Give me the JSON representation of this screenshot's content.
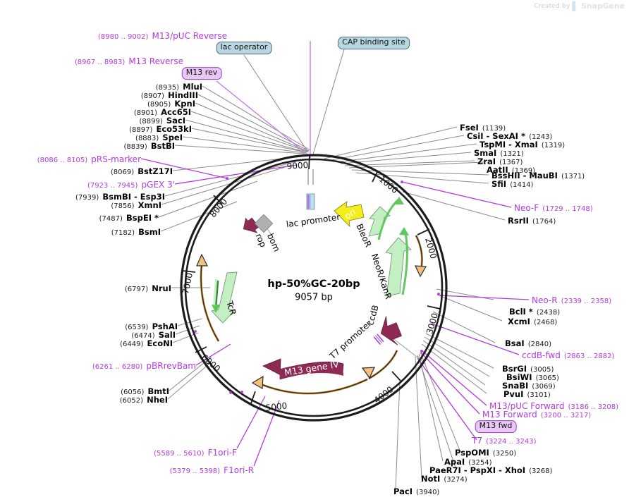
{
  "watermark": {
    "prefix": "Created by",
    "brand": "SnapGene"
  },
  "plasmid": {
    "name": "hp-50%GC-20bp",
    "size": "9057 bp",
    "ticks": [
      "1000",
      "2000",
      "3000",
      "4000",
      "5000",
      "6000",
      "7000",
      "8000",
      "9000"
    ],
    "features": [
      {
        "name": "ori"
      },
      {
        "name": "BleoR"
      },
      {
        "name": "NeoR/KanR"
      },
      {
        "name": "TcR"
      },
      {
        "name": "rop"
      },
      {
        "name": "bom"
      },
      {
        "name": "lac promoter"
      },
      {
        "name": "ccdB"
      },
      {
        "name": "T7 promoter"
      },
      {
        "name": "M13 gene IV"
      }
    ]
  },
  "pills": [
    {
      "id": "lac-operator",
      "label": "lac operator",
      "style": "teal"
    },
    {
      "id": "cap-binding-site",
      "label": "CAP binding site",
      "style": "teal"
    },
    {
      "id": "m13-rev",
      "label": "M13 rev",
      "style": "violet"
    },
    {
      "id": "m13-fwd",
      "label": "M13 fwd",
      "style": "violet"
    }
  ],
  "labels_top_left": [
    {
      "pos": "(8980 .. 9002)",
      "name": "M13/pUC Reverse",
      "kind": "primer"
    },
    {
      "pos": "(8967 .. 8983)",
      "name": "M13 Reverse",
      "kind": "primer"
    }
  ],
  "labels_left": [
    {
      "pos": "(8935)",
      "name": "MluI",
      "kind": "enzyme"
    },
    {
      "pos": "(8907)",
      "name": "HindIII",
      "kind": "enzyme"
    },
    {
      "pos": "(8905)",
      "name": "KpnI",
      "kind": "enzyme"
    },
    {
      "pos": "(8901)",
      "name": "Acc65I",
      "kind": "enzyme"
    },
    {
      "pos": "(8899)",
      "name": "SacI",
      "kind": "enzyme"
    },
    {
      "pos": "(8897)",
      "name": "Eco53kI",
      "kind": "enzyme"
    },
    {
      "pos": "(8883)",
      "name": "SpeI",
      "kind": "enzyme"
    },
    {
      "pos": "(8839)",
      "name": "BstBI",
      "kind": "enzyme"
    },
    {
      "pos": "(8086 .. 8105)",
      "name": "pRS-marker",
      "kind": "primer"
    },
    {
      "pos": "(8069)",
      "name": "BstZ17I",
      "kind": "enzyme"
    },
    {
      "pos": "(7923 .. 7945)",
      "name": "pGEX 3'",
      "kind": "primer"
    },
    {
      "pos": "(7939)",
      "name": "BsmBI  -  Esp3I",
      "kind": "enzyme"
    },
    {
      "pos": "(7856)",
      "name": "XmnI",
      "kind": "enzyme"
    },
    {
      "pos": "(7487)",
      "name": "BspEI *",
      "kind": "enzyme"
    },
    {
      "pos": "(7182)",
      "name": "BsmI",
      "kind": "enzyme"
    },
    {
      "pos": "(6797)",
      "name": "NruI",
      "kind": "enzyme"
    },
    {
      "pos": "(6539)",
      "name": "PshAI",
      "kind": "enzyme"
    },
    {
      "pos": "(6474)",
      "name": "SalI",
      "kind": "enzyme"
    },
    {
      "pos": "(6449)",
      "name": "EcoNI",
      "kind": "enzyme"
    },
    {
      "pos": "(6261 .. 6280)",
      "name": "pBRrevBam",
      "kind": "primer"
    },
    {
      "pos": "(6056)",
      "name": "BmtI",
      "kind": "enzyme"
    },
    {
      "pos": "(6052)",
      "name": "NheI",
      "kind": "enzyme"
    },
    {
      "pos": "(5589 .. 5610)",
      "name": "F1ori-F",
      "kind": "primer"
    },
    {
      "pos": "(5379 .. 5398)",
      "name": "F1ori-R",
      "kind": "primer"
    }
  ],
  "labels_right": [
    {
      "name": "FseI",
      "pos": "(1139)",
      "kind": "enzyme"
    },
    {
      "name": "CsiI  -  SexAI *",
      "pos": "(1243)",
      "kind": "enzyme"
    },
    {
      "name": "TspMI  -  XmaI",
      "pos": "(1319)",
      "kind": "enzyme"
    },
    {
      "name": "SmaI",
      "pos": "(1321)",
      "kind": "enzyme"
    },
    {
      "name": "ZraI",
      "pos": "(1367)",
      "kind": "enzyme"
    },
    {
      "name": "AatII",
      "pos": "(1369)",
      "kind": "enzyme"
    },
    {
      "name": "BssHII  -  MauBI",
      "pos": "(1371)",
      "kind": "enzyme"
    },
    {
      "name": "SfiI",
      "pos": "(1414)",
      "kind": "enzyme"
    },
    {
      "name": "Neo-F",
      "pos": "(1729 .. 1748)",
      "kind": "primer"
    },
    {
      "name": "RsrII",
      "pos": "(1764)",
      "kind": "enzyme"
    },
    {
      "name": "Neo-R",
      "pos": "(2339 .. 2358)",
      "kind": "primer"
    },
    {
      "name": "BclI *",
      "pos": "(2438)",
      "kind": "enzyme"
    },
    {
      "name": "XcmI",
      "pos": "(2468)",
      "kind": "enzyme"
    },
    {
      "name": "BsaI",
      "pos": "(2840)",
      "kind": "enzyme"
    },
    {
      "name": "ccdB-fwd",
      "pos": "(2863 .. 2882)",
      "kind": "primer"
    },
    {
      "name": "BsrGI",
      "pos": "(3005)",
      "kind": "enzyme"
    },
    {
      "name": "BsiWI",
      "pos": "(3065)",
      "kind": "enzyme"
    },
    {
      "name": "SnaBI",
      "pos": "(3069)",
      "kind": "enzyme"
    },
    {
      "name": "PvuI",
      "pos": "(3101)",
      "kind": "enzyme"
    },
    {
      "name": "M13/pUC Forward",
      "pos": "(3186 .. 3208)",
      "kind": "primer"
    },
    {
      "name": "M13 Forward",
      "pos": "(3200 .. 3217)",
      "kind": "primer"
    },
    {
      "name": "T7",
      "pos": "(3224 .. 3243)",
      "kind": "primer"
    },
    {
      "name": "PspOMI",
      "pos": "(3250)",
      "kind": "enzyme"
    },
    {
      "name": "ApaI",
      "pos": "(3254)",
      "kind": "enzyme"
    },
    {
      "name": "PaeR7I  -  PspXI  -  XhoI",
      "pos": "(3268)",
      "kind": "enzyme"
    },
    {
      "name": "NotI",
      "pos": "(3274)",
      "kind": "enzyme"
    },
    {
      "name": "PacI",
      "pos": "(3940)",
      "kind": "enzyme"
    }
  ],
  "colors": {
    "backbone": "#1c1c1c",
    "primer_purple": "#b13ae0",
    "leader_gray": "#8a8a8a",
    "ori_yellow": "#f5ee18",
    "resistance_green": "#c3efc3",
    "promoter_green": "#5fc85f",
    "maroon": "#8e2a54",
    "orange": "#f0b860",
    "gray_feature": "#b0b0b0",
    "teal_pill": "#b9d7e0",
    "violet_pill": "#e8c7f5"
  }
}
